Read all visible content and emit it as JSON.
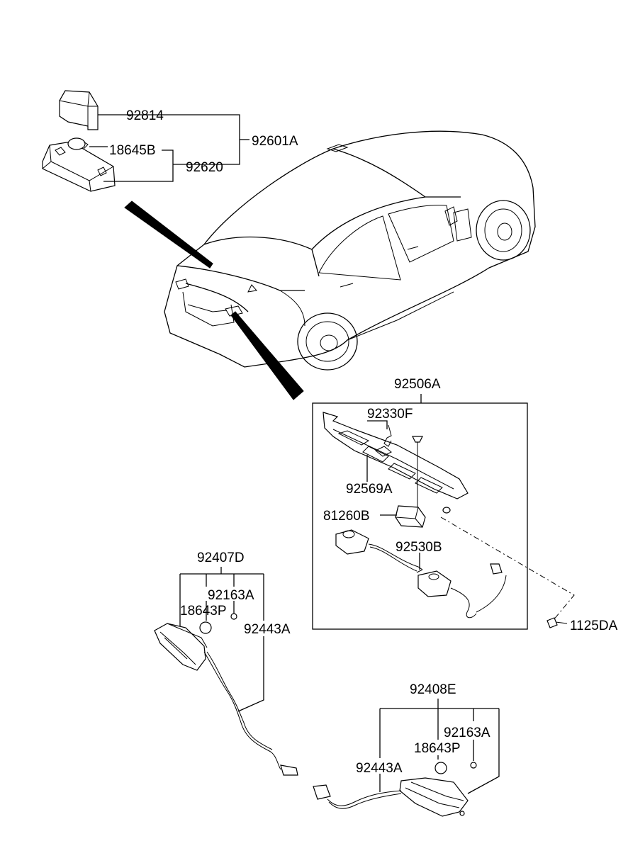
{
  "parts": {
    "p92814": "92814",
    "p92601A": "92601A",
    "p18645B": "18645B",
    "p92620": "92620",
    "p92506A": "92506A",
    "p92330F": "92330F",
    "p92569A": "92569A",
    "p81260B": "81260B",
    "p92530B": "92530B",
    "p1125DA": "1125DA",
    "p92407D": "92407D",
    "p92163A_left": "92163A",
    "p18643P_left": "18643P",
    "p92443A_left": "92443A",
    "p92408E": "92408E",
    "p92163A_right": "92163A",
    "p18643P_right": "18643P",
    "p92443A_right": "92443A"
  }
}
